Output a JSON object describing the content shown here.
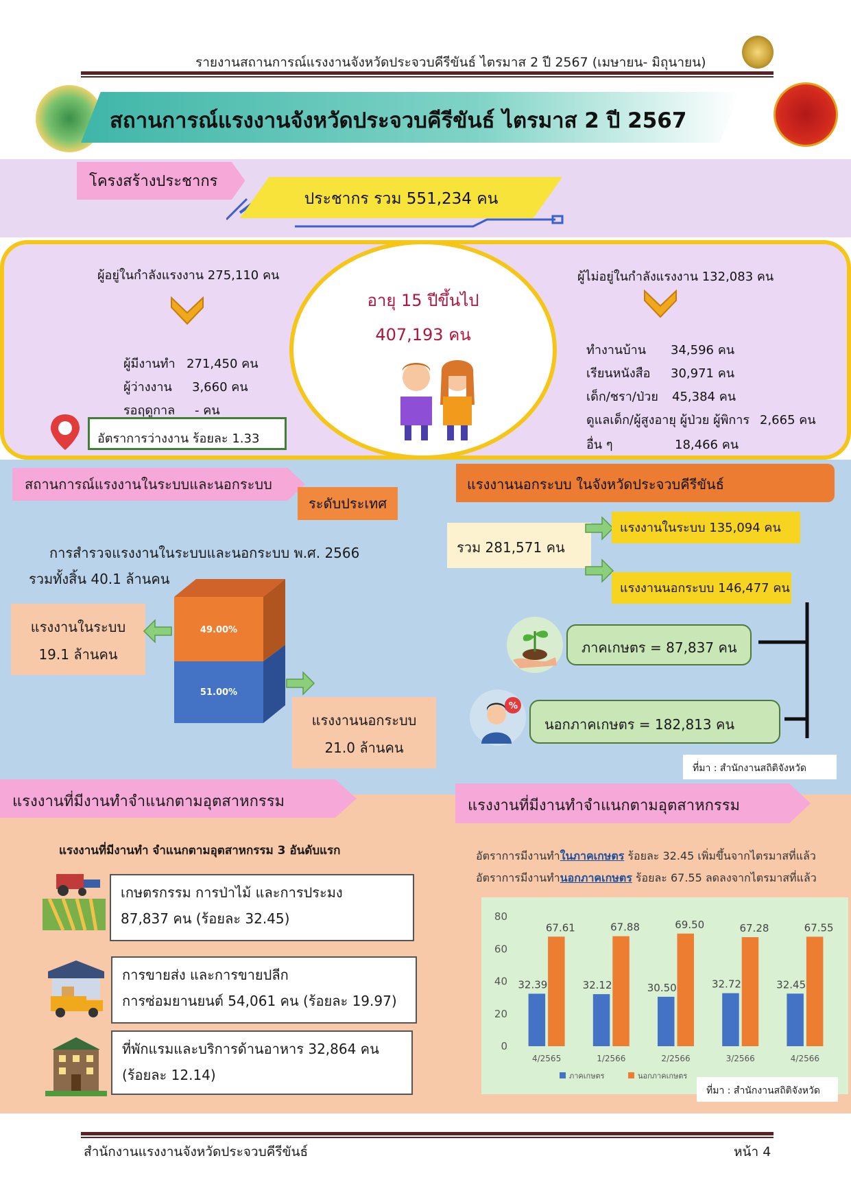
{
  "header": {
    "report_title": "รายงานสถานการณ์แรงงานจังหวัดประจวบคีรีขันธ์ ไตรมาส 2 ปี 2567 (เมษายน- มิถุนายน)",
    "main_title": "สถานการณ์แรงงานจังหวัดประจวบคีรีขันธ์ ไตรมาส 2 ปี 2567"
  },
  "population": {
    "tag": "โครงสร้างประชากร",
    "total": "ประชากร รวม 551,234 คน"
  },
  "workforce": {
    "in_labor": "ผู้อยู่ในกำลังแรงงาน 275,110 คน",
    "employed_label": "ผู้มีงานทำ",
    "employed_value": "271,450 คน",
    "unemployed_label": "ผู้ว่างงาน",
    "unemployed_value": "3,660 คน",
    "seasonal_label": "รอฤดูกาล",
    "seasonal_value": "-  คน",
    "unemployment_rate": "อัตราการว่างงาน ร้อยละ 1.33",
    "age_label": "อายุ 15 ปีขึ้นไป",
    "age_value": "407,193 คน",
    "not_in_labor": "ผู้ไม่อยู่ในกำลังแรงงาน 132,083 คน",
    "not_in_labor_items": [
      {
        "label": "ทำงานบ้าน",
        "value": "34,596 คน"
      },
      {
        "label": "เรียนหนังสือ",
        "value": "30,971 คน"
      },
      {
        "label": "เด็ก/ชรา/ป่วย",
        "value": "45,384 คน"
      },
      {
        "label": "ดูแลเด็ก/ผู้สูงอายุ ผู้ป่วย ผู้พิการ",
        "value": "2,665 คน"
      },
      {
        "label": "อื่น ๆ",
        "value": "18,466 คน"
      }
    ]
  },
  "national": {
    "tag": "สถานการณ์แรงงานในระบบและนอกระบบ",
    "level_tag": "ระดับประเทศ",
    "survey_line1": "การสำรวจแรงงานในระบบและนอกระบบ พ.ศ. 2566",
    "survey_line2": "รวมทั้งสิ้น 40.1 ล้านคน",
    "formal_label": "แรงงานในระบบ",
    "formal_value": "19.1 ล้านคน",
    "informal_label": "แรงงานนอกระบบ",
    "informal_value": "21.0 ล้านคน",
    "top_pct": "49.00%",
    "bottom_pct": "51.00%"
  },
  "provincial": {
    "tag": "แรงงานนอกระบบ ในจังหวัดประจวบคีรีขันธ์",
    "total": "รวม 281,571 คน",
    "formal": "แรงงานในระบบ  135,094 คน",
    "informal": "แรงงานนอกระบบ  146,477 คน",
    "agri": "ภาคเกษตร = 87,837 คน",
    "non_agri": "นอกภาคเกษตร = 182,813 คน",
    "source": "ที่มา : สำนักงานสถิติจังหวัด"
  },
  "industry_left": {
    "tag": "แรงงานที่มีงานทำจำแนกตามอุตสาหกรรม",
    "subtitle": "แรงงานที่มีงานทำ  จำแนกตามอุตสาหกรรม 3 อันดับแรก",
    "items": [
      {
        "line1": "เกษตรกรรม การป่าไม้ และการประมง",
        "line2": "87,837 คน (ร้อยละ 32.45)"
      },
      {
        "line1": "การขายส่ง และการขายปลีก",
        "line2": "การซ่อมยานยนต์ 54,061 คน (ร้อยละ 19.97)"
      },
      {
        "line1": "ที่พักแรมและบริการด้านอาหาร 32,864 คน",
        "line2": "(ร้อยละ 12.14)"
      }
    ]
  },
  "industry_right": {
    "tag": "แรงงานที่มีงานทำจำแนกตามอุตสาหกรรม",
    "rate_line1_a": "อัตราการมีงานทำ",
    "rate_line1_b": "ในภาคเกษตร",
    "rate_line1_c": " ร้อยละ 32.45 เพิ่มขึ้นจากไตรมาสที่แล้ว",
    "rate_line2_a": "อัตราการมีงานทำ",
    "rate_line2_b": "นอกภาคเกษตร",
    "rate_line2_c": " ร้อยละ 67.55 ลดลงจากไตรมาสที่แล้ว",
    "source": "ที่มา : สำนักงานสถิติจังหวัด"
  },
  "chart_data": {
    "type": "bar",
    "categories": [
      "4/2565",
      "1/2566",
      "2/2566",
      "3/2566",
      "4/2566"
    ],
    "series": [
      {
        "name": "ภาคเกษตร",
        "values": [
          32.39,
          32.12,
          30.5,
          32.72,
          32.45
        ],
        "color": "#4472c4"
      },
      {
        "name": "นอกภาคเกษตร",
        "values": [
          67.61,
          67.88,
          69.5,
          67.28,
          67.55
        ],
        "color": "#ed7d31"
      }
    ],
    "ylim": [
      0,
      80
    ],
    "yticks": [
      0,
      20,
      40,
      60,
      80
    ],
    "grid": false,
    "legend": "bottom"
  },
  "footer": {
    "office": "สำนักงานแรงงานจังหวัดประจวบคีรีขันธ์",
    "page": "หน้า 4"
  },
  "colors": {
    "accent_teal": "#3fb6a8",
    "accent_yellow": "#f5c518",
    "accent_orange": "#eb7c31",
    "accent_pink": "#f6a8d8"
  }
}
